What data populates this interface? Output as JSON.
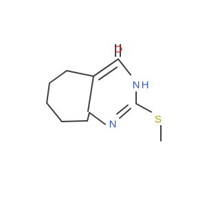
{
  "molecule": {
    "atoms": {
      "oxygen": {
        "label": "O",
        "color": "#ff0d0d"
      },
      "nh_nitrogen": {
        "label": "N",
        "color": "#3050f8"
      },
      "nh_hydrogen": {
        "label": "H",
        "color": "#3050f8"
      },
      "ring_nitrogen": {
        "label": "N",
        "color": "#3050f8"
      },
      "sulfur": {
        "label": "S",
        "color": "#b8a000"
      }
    },
    "bond_color": "#3d3d3d"
  }
}
